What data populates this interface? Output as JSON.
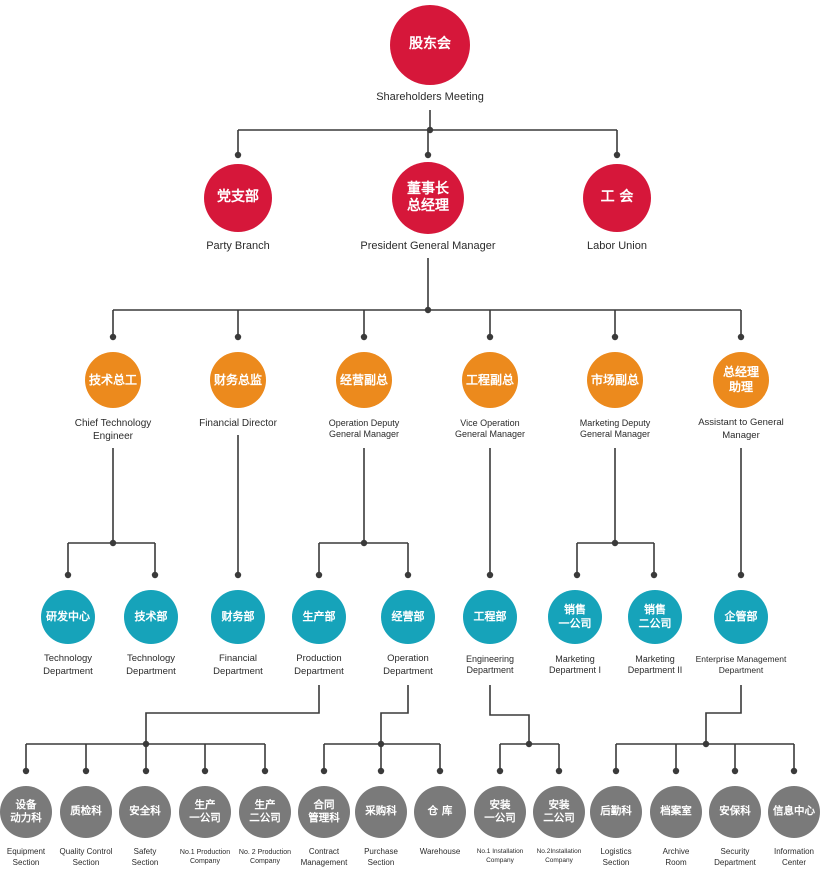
{
  "colors": {
    "red": "#d6173a",
    "orange": "#ec8a1d",
    "teal": "#16a3ba",
    "gray": "#7a7a7a",
    "line": "#3a3a3a"
  },
  "nodes": [
    {
      "id": "shareholders",
      "cn": "股东会",
      "en": "Shareholders Meeting",
      "color": "red"
    },
    {
      "id": "party-branch",
      "cn": "党支部",
      "en": "Party Branch",
      "color": "red"
    },
    {
      "id": "president",
      "cn": "董事长\n总经理",
      "en": "President General Manager",
      "color": "red"
    },
    {
      "id": "labor-union",
      "cn": "工 会",
      "en": "Labor Union",
      "color": "red"
    },
    {
      "id": "chief-tech",
      "cn": "技术总工",
      "en": "Chief Technology\nEngineer",
      "color": "orange"
    },
    {
      "id": "financial-director",
      "cn": "财务总监",
      "en": "Financial Director",
      "color": "orange"
    },
    {
      "id": "operation-deputy",
      "cn": "经营副总",
      "en": "Operation Deputy\nGeneral Manager",
      "color": "orange"
    },
    {
      "id": "vice-operation",
      "cn": "工程副总",
      "en": "Vice Operation\nGeneral Manager",
      "color": "orange"
    },
    {
      "id": "marketing-deputy",
      "cn": "市场副总",
      "en": "Marketing Deputy\nGeneral Manager",
      "color": "orange"
    },
    {
      "id": "assistant-gm",
      "cn": "总经理\n助理",
      "en": "Assistant to General\nManager",
      "color": "orange"
    },
    {
      "id": "rd-center",
      "cn": "研发中心",
      "en": "Technology\nDepartment",
      "color": "teal"
    },
    {
      "id": "tech-dept",
      "cn": "技术部",
      "en": "Technology\nDepartment",
      "color": "teal"
    },
    {
      "id": "finance-dept",
      "cn": "财务部",
      "en": "Financial\nDepartment",
      "color": "teal"
    },
    {
      "id": "production-dept",
      "cn": "生产部",
      "en": "Production\nDepartment",
      "color": "teal"
    },
    {
      "id": "operation-dept",
      "cn": "经营部",
      "en": "Operation\nDepartment",
      "color": "teal"
    },
    {
      "id": "engineering-dept",
      "cn": "工程部",
      "en": "Engineering\nDepartment",
      "color": "teal"
    },
    {
      "id": "marketing-1",
      "cn": "销售\n一公司",
      "en": "Marketing\nDepartment I",
      "color": "teal"
    },
    {
      "id": "marketing-2",
      "cn": "销售\n二公司",
      "en": "Marketing\nDepartment II",
      "color": "teal"
    },
    {
      "id": "enterprise-mgmt",
      "cn": "企管部",
      "en": "Enterprise Management\nDepartment",
      "color": "teal"
    },
    {
      "id": "equipment",
      "cn": "设备\n动力科",
      "en": "Equipment\nSection",
      "color": "gray"
    },
    {
      "id": "quality",
      "cn": "质检科",
      "en": "Quality Control\nSection",
      "color": "gray"
    },
    {
      "id": "safety",
      "cn": "安全科",
      "en": "Safety\nSection",
      "color": "gray"
    },
    {
      "id": "production-1",
      "cn": "生产\n一公司",
      "en": "No.1 Production\nCompany",
      "color": "gray"
    },
    {
      "id": "production-2",
      "cn": "生产\n二公司",
      "en": "No. 2 Production\nCompany",
      "color": "gray"
    },
    {
      "id": "contract",
      "cn": "合同\n管理科",
      "en": "Contract\nManagement",
      "color": "gray"
    },
    {
      "id": "purchase",
      "cn": "采购科",
      "en": "Purchase\nSection",
      "color": "gray"
    },
    {
      "id": "warehouse",
      "cn": "仓 库",
      "en": "Warehouse",
      "color": "gray"
    },
    {
      "id": "install-1",
      "cn": "安装\n一公司",
      "en": "No.1 Installation\nCompany",
      "color": "gray"
    },
    {
      "id": "install-2",
      "cn": "安装\n二公司",
      "en": "No.2Installation\nCompany",
      "color": "gray"
    },
    {
      "id": "logistics",
      "cn": "后勤科",
      "en": "Logistics\nSection",
      "color": "gray"
    },
    {
      "id": "archive",
      "cn": "档案室",
      "en": "Archive\nRoom",
      "color": "gray"
    },
    {
      "id": "security",
      "cn": "安保科",
      "en": "Security\nDepartment",
      "color": "gray"
    },
    {
      "id": "info-center",
      "cn": "信息中心",
      "en": "Information\nCenter",
      "color": "gray"
    }
  ]
}
